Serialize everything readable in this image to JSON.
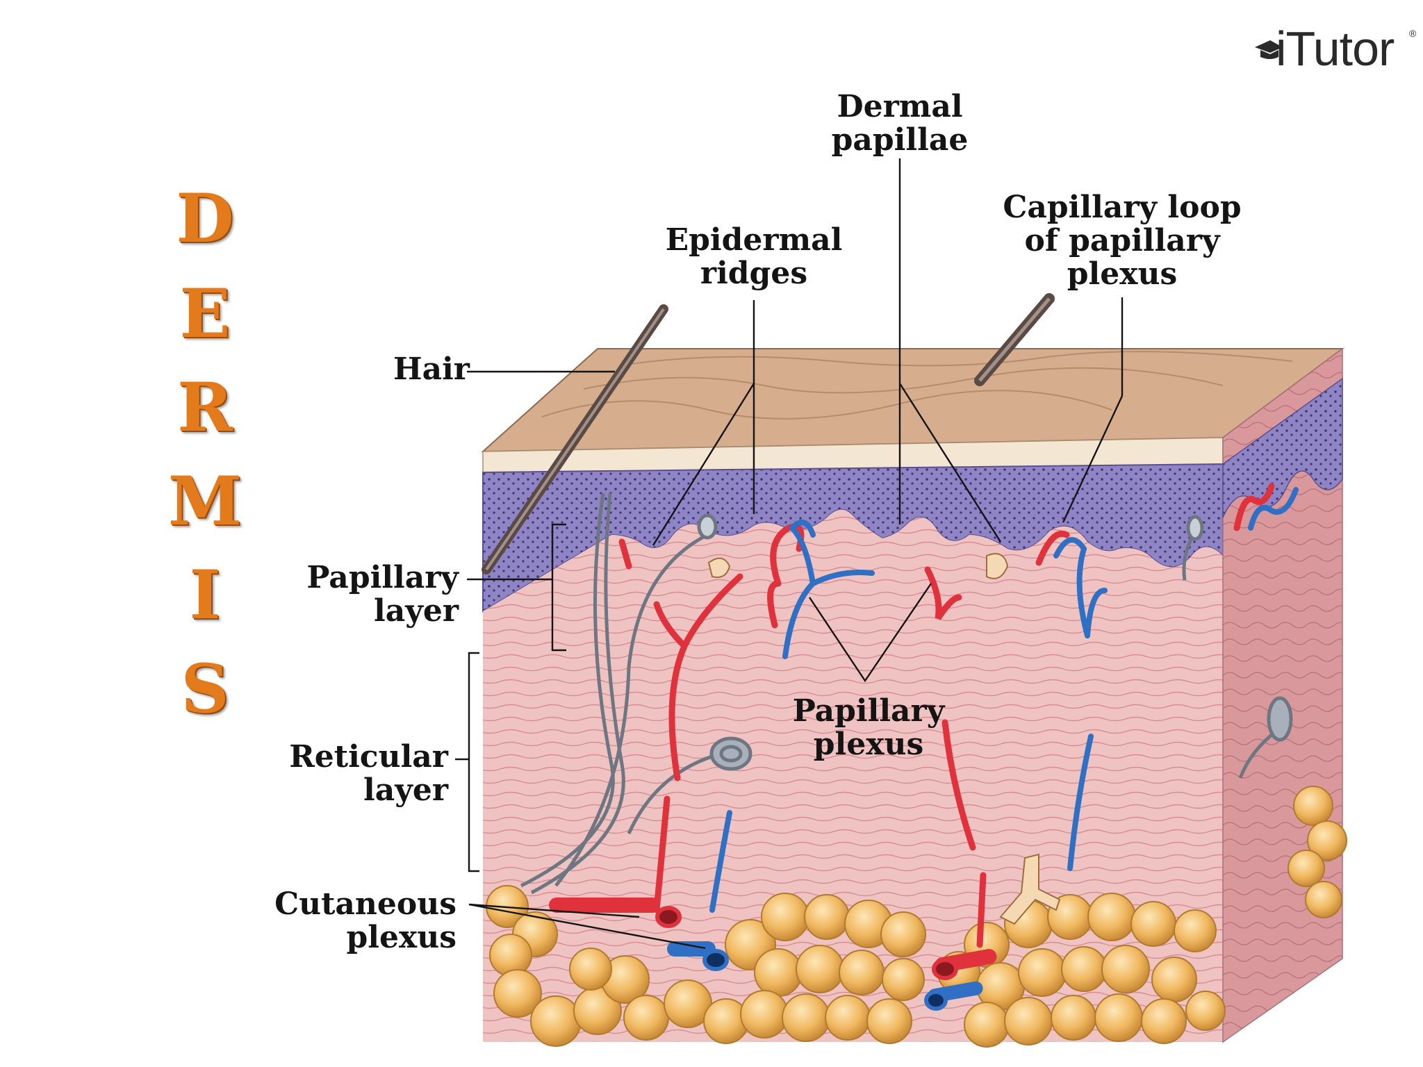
{
  "logo": {
    "text": "iTutor",
    "mark": "®",
    "icon": "graduation-cap-icon"
  },
  "title_letters": [
    "D",
    "E",
    "R",
    "M",
    "I",
    "S"
  ],
  "labels": {
    "hair": "Hair",
    "epidermal_ridges": [
      "Epidermal",
      "ridges"
    ],
    "dermal_papillae": [
      "Dermal",
      "papillae"
    ],
    "capillary_loop": [
      "Capillary loop",
      "of papillary",
      "plexus"
    ],
    "papillary_layer": [
      "Papillary",
      "layer"
    ],
    "reticular_layer": [
      "Reticular",
      "layer"
    ],
    "cutaneous_plexus": [
      "Cutaneous",
      "plexus"
    ],
    "papillary_plexus": [
      "Papillary",
      "plexus"
    ]
  },
  "colors": {
    "title": "#e37b1c",
    "epidermis": "#8f85c4",
    "dermis": "#efc3c2",
    "artery": "#e0323c",
    "vein": "#2f6fc4",
    "fat": "#f0b860",
    "surface": "#d7ae8d"
  }
}
